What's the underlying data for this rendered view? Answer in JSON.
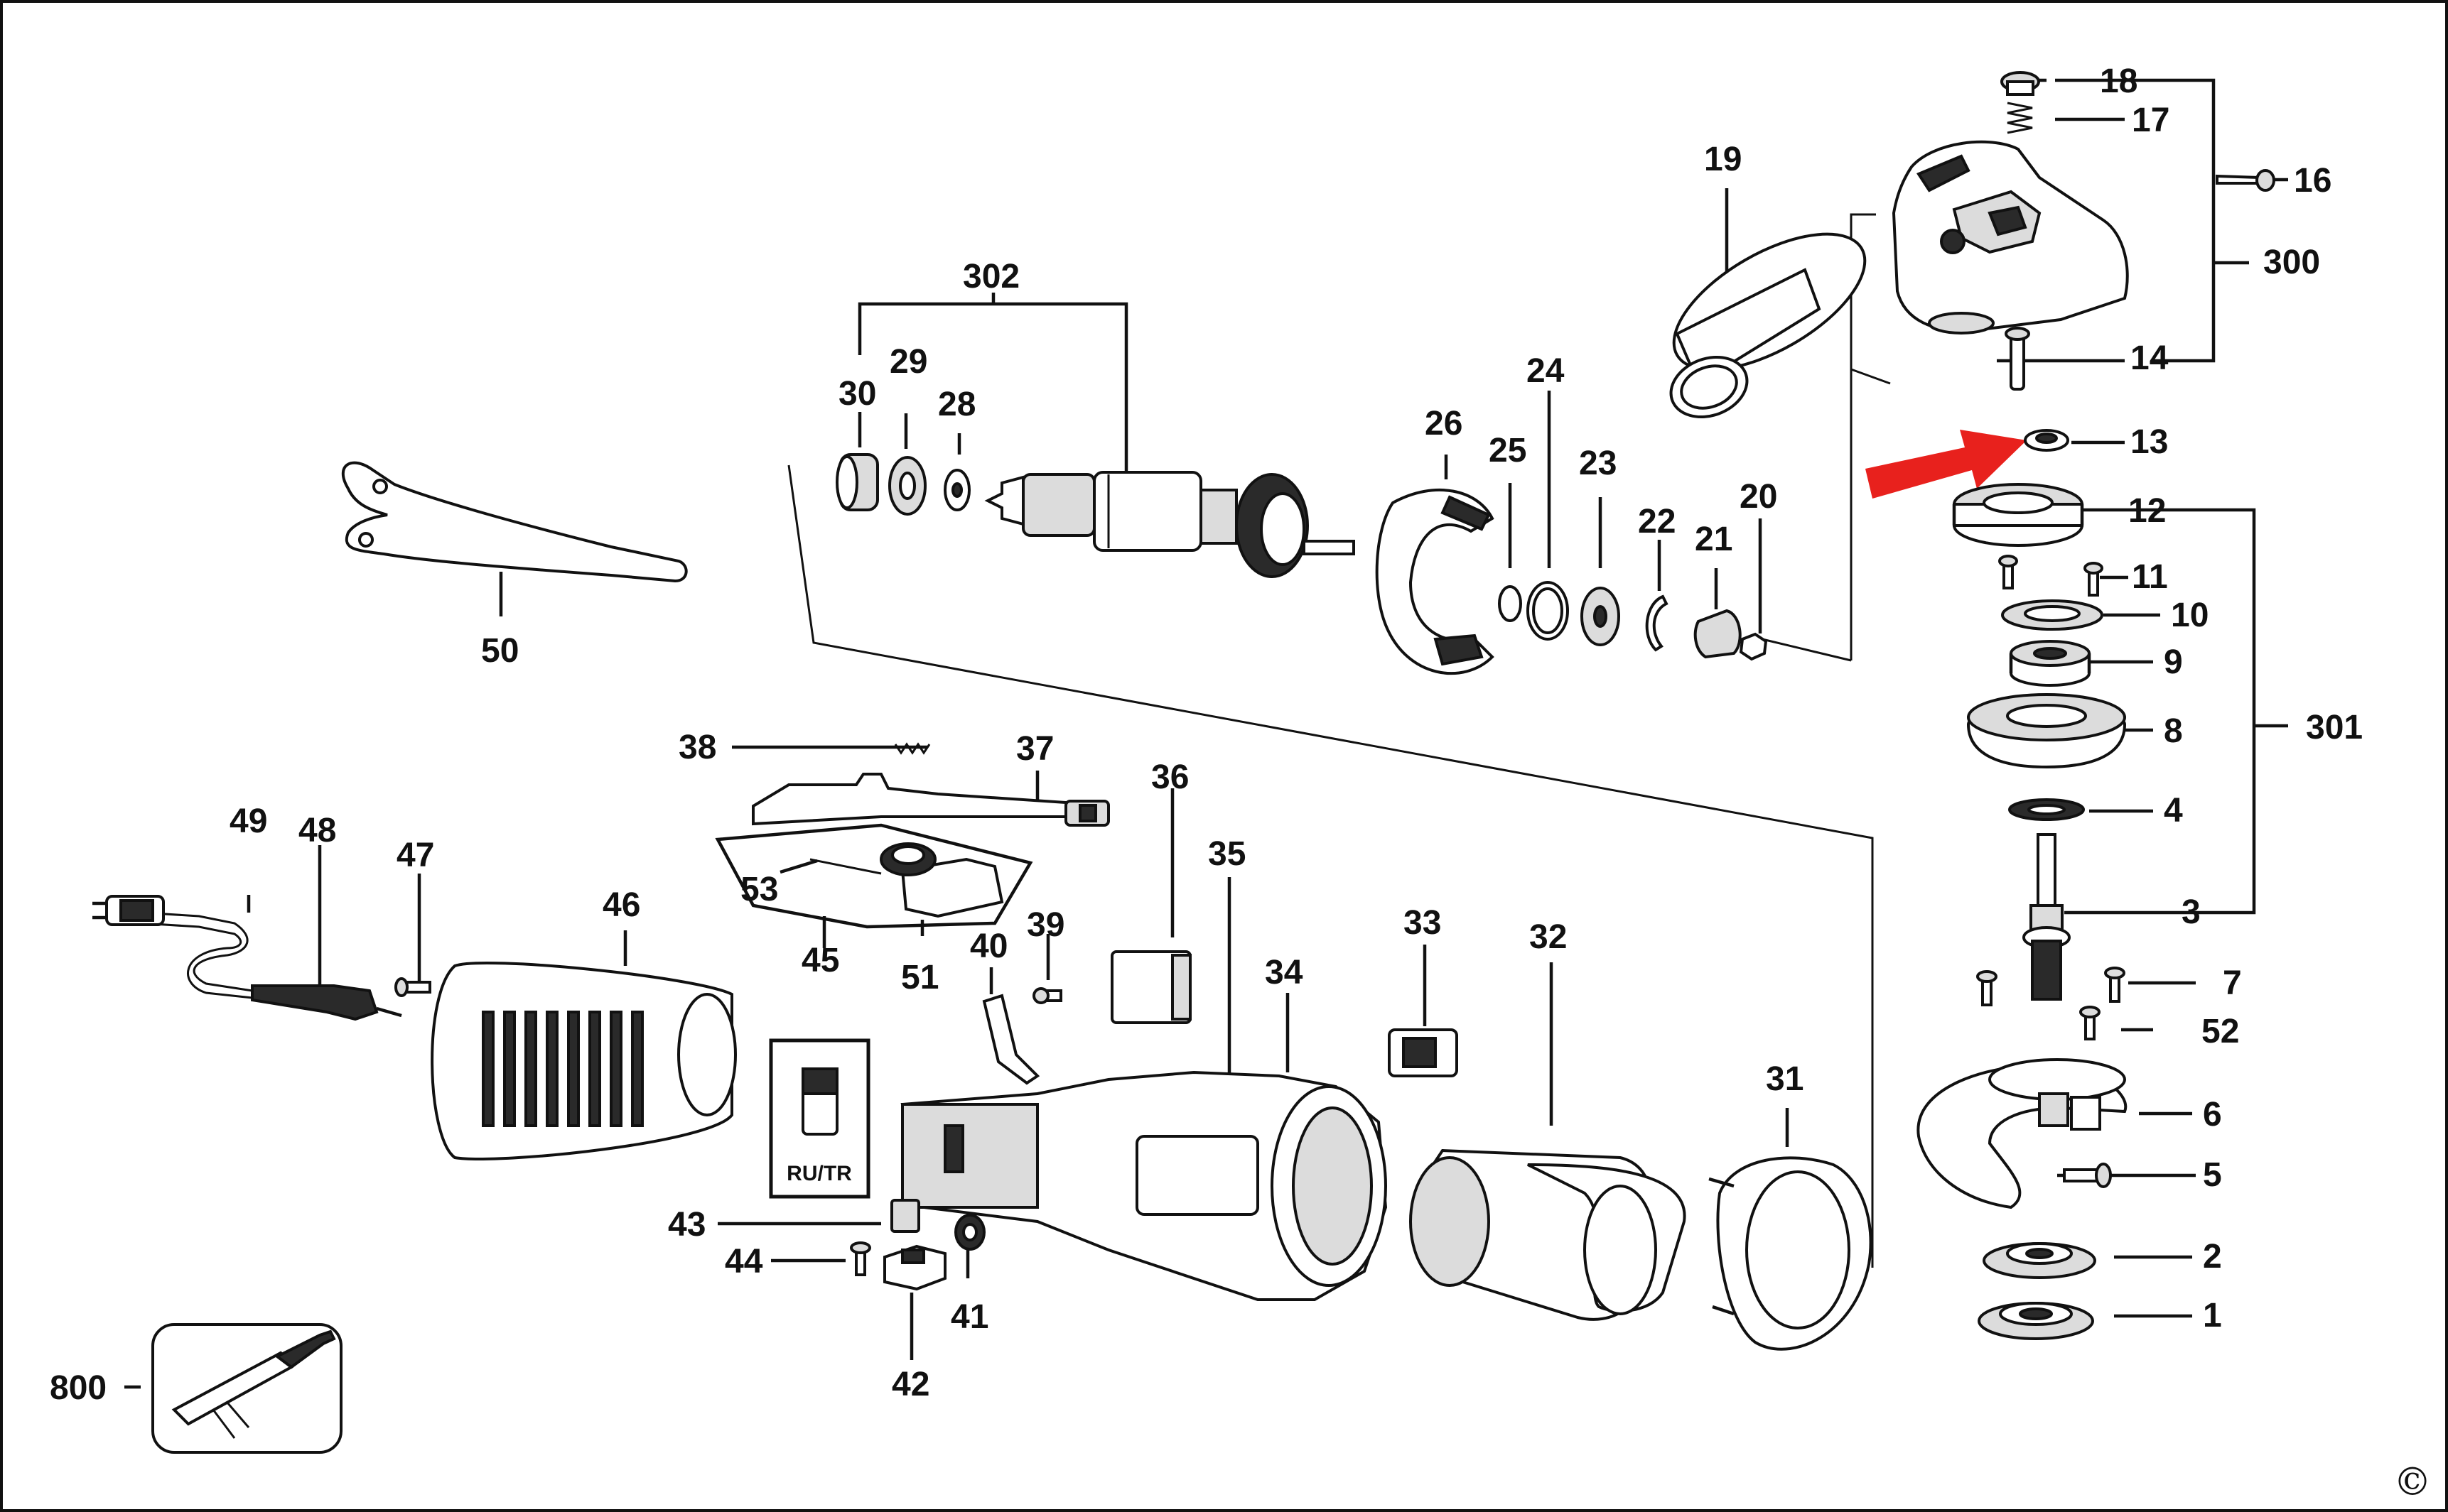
{
  "labels": {
    "l1": "1",
    "l2": "2",
    "l3": "3",
    "l4": "4",
    "l5": "5",
    "l6": "6",
    "l7": "7",
    "l8": "8",
    "l9": "9",
    "l10": "10",
    "l11": "11",
    "l12": "12",
    "l13": "13",
    "l14": "14",
    "l16": "16",
    "l17": "17",
    "l18": "18",
    "l19": "19",
    "l20": "20",
    "l21": "21",
    "l22": "22",
    "l23": "23",
    "l24": "24",
    "l25": "25",
    "l26": "26",
    "l28": "28",
    "l29": "29",
    "l30": "30",
    "l31": "31",
    "l32": "32",
    "l33": "33",
    "l34": "34",
    "l35": "35",
    "l36": "36",
    "l37": "37",
    "l38": "38",
    "l39": "39",
    "l40": "40",
    "l41": "41",
    "l42": "42",
    "l43": "43",
    "l44": "44",
    "l45": "45",
    "l46": "46",
    "l47": "47",
    "l48": "48",
    "l49": "49",
    "l50": "50",
    "l51": "51",
    "l52": "52",
    "l53": "53",
    "l300": "300",
    "l301": "301",
    "l302": "302",
    "l800": "800"
  },
  "kit_text": "RU/TR",
  "copyright": "©",
  "colors": {
    "line": "#111111",
    "highlight_arrow": "#e8211d",
    "background": "#ffffff"
  }
}
